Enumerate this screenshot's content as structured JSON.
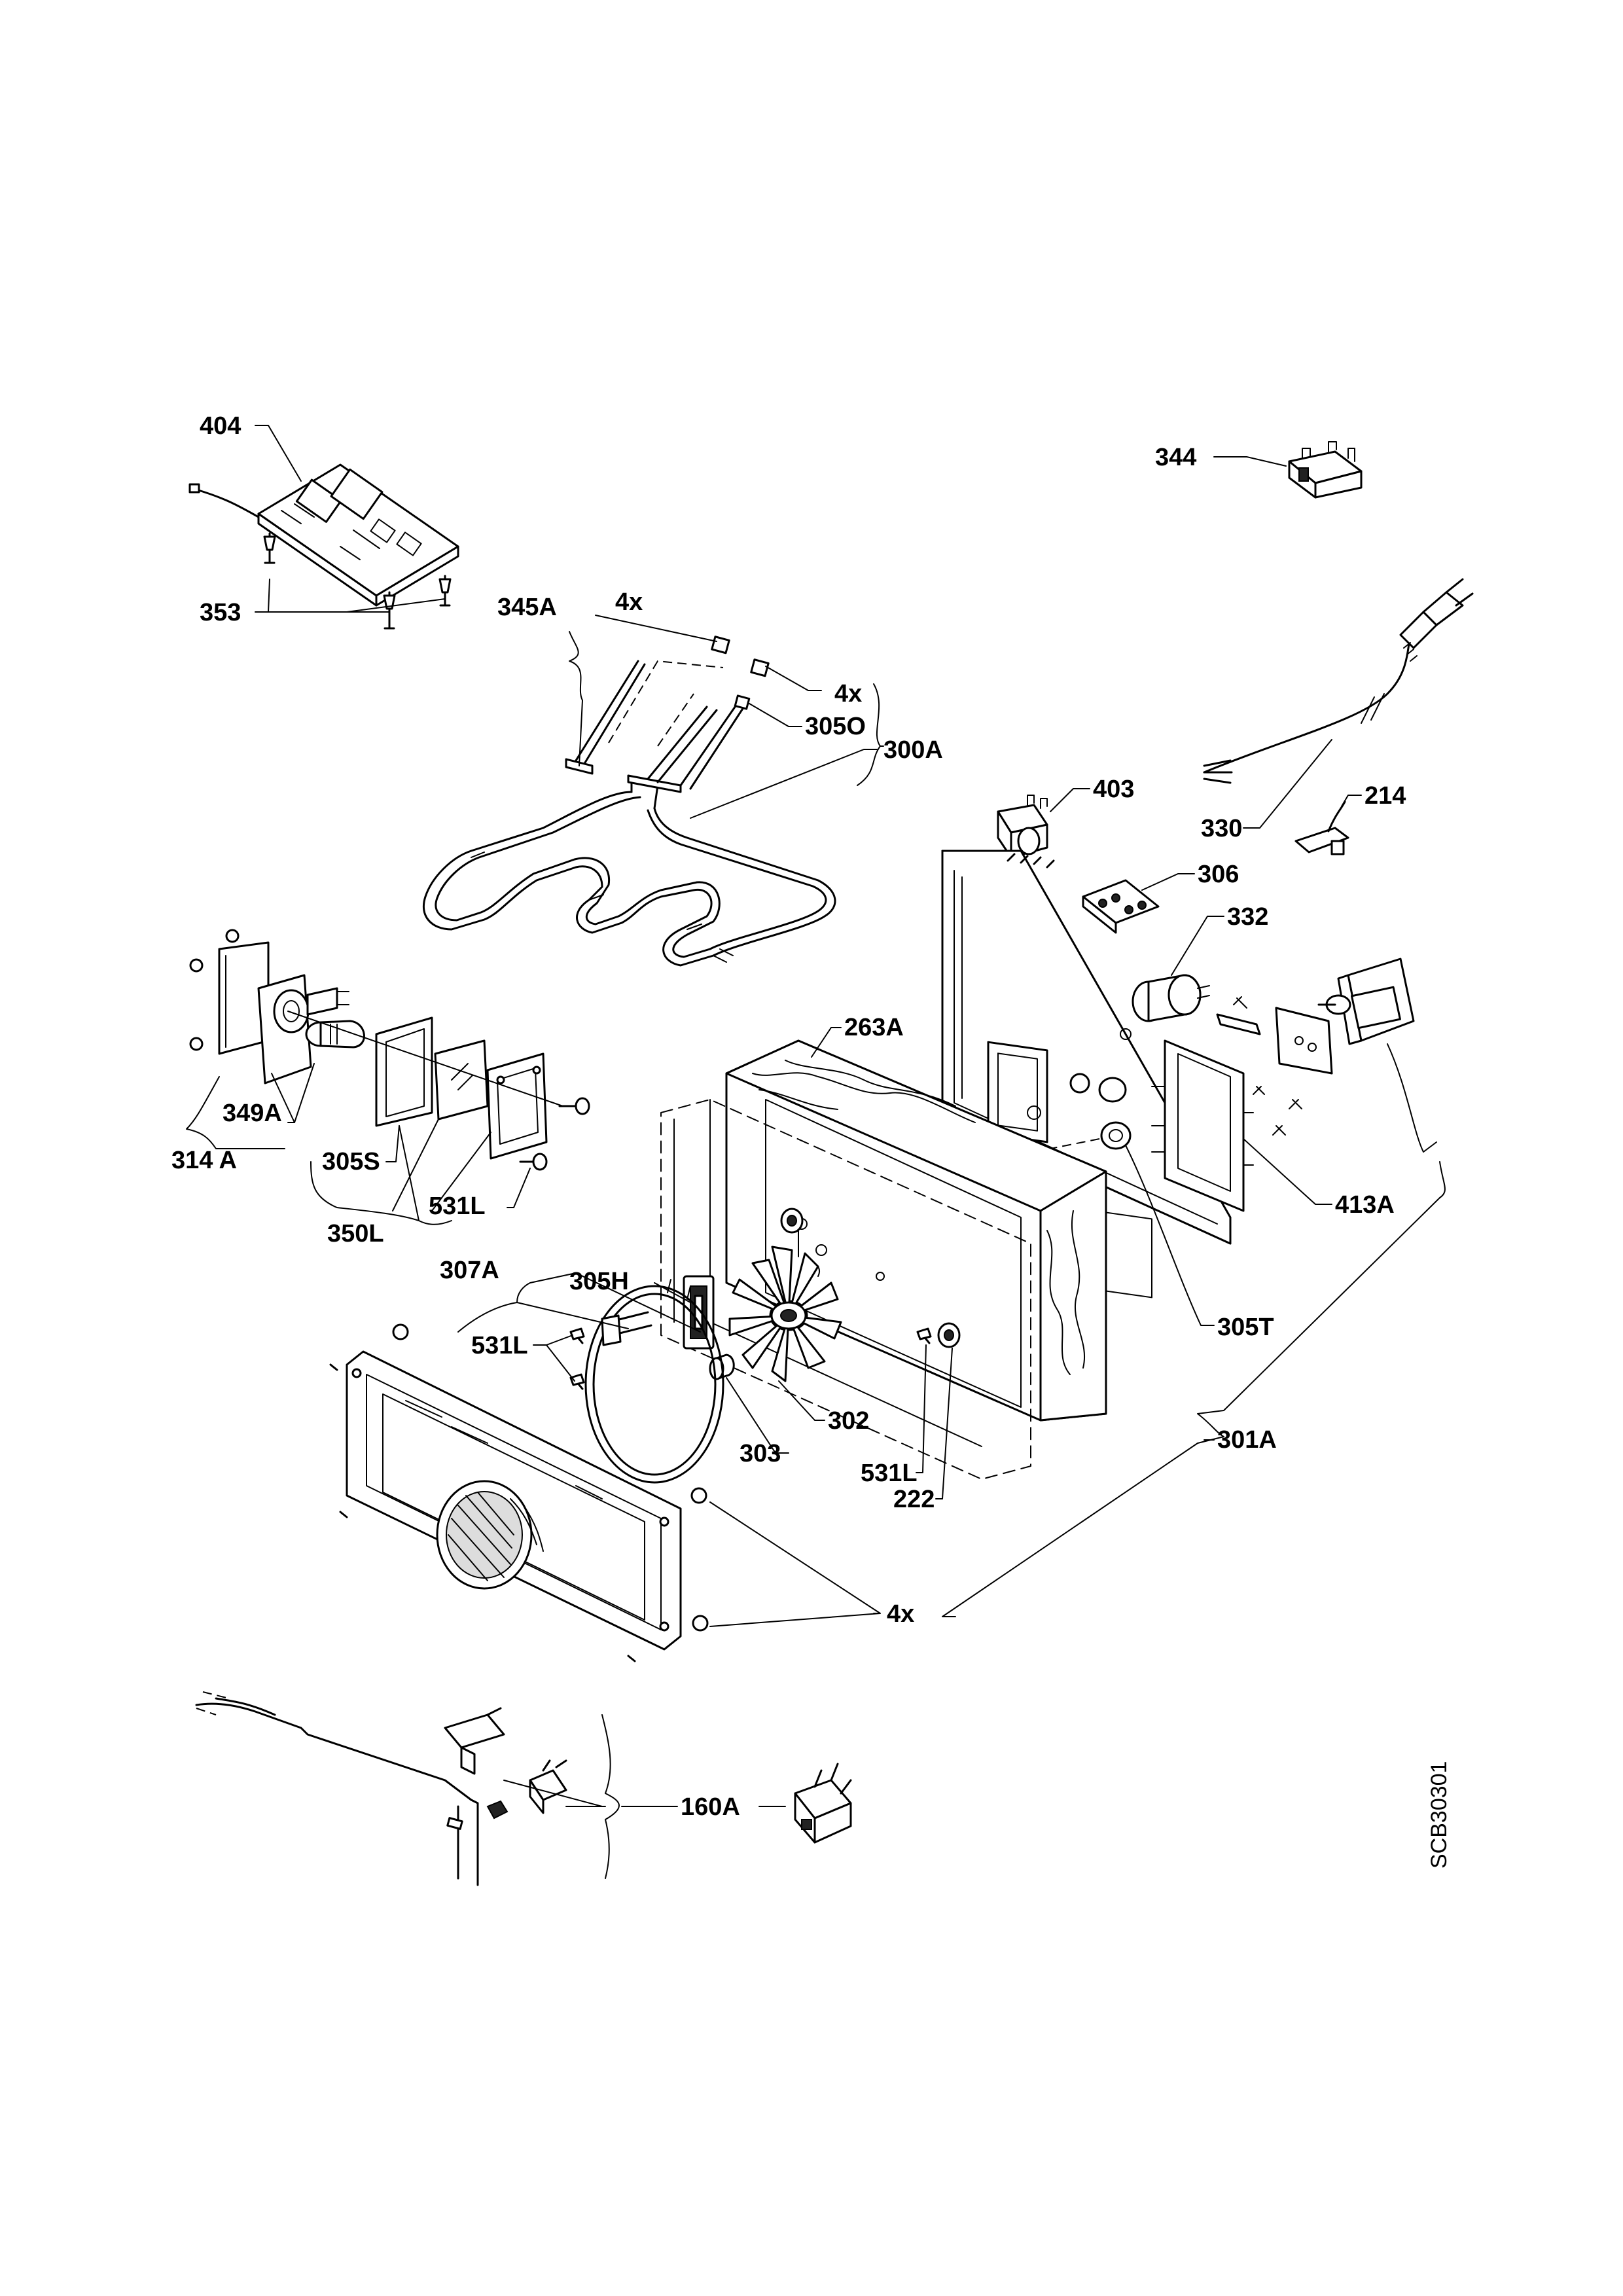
{
  "diagram": {
    "drawing_code": "SCB30301",
    "labels": {
      "p404": "404",
      "p353": "353",
      "p344": "344",
      "p345A": "345A",
      "p4x_a": "4x",
      "p4x_b": "4x",
      "p305O": "305O",
      "p300A": "300A",
      "p403": "403",
      "p214": "214",
      "p330": "330",
      "p306": "306",
      "p332": "332",
      "p263A": "263A",
      "p349A": "349A",
      "p314A": "314 A",
      "p305S": "305S",
      "p531L_a": "531L",
      "p350L": "350L",
      "p413A": "413A",
      "p307A": "307A",
      "p305H": "305H",
      "p531L_b": "531L",
      "p305T": "305T",
      "p302": "302",
      "p303": "303",
      "p531L_c": "531L",
      "p222": "222",
      "p301A": "301A",
      "p4x_c": "4x",
      "p160A": "160A"
    }
  }
}
